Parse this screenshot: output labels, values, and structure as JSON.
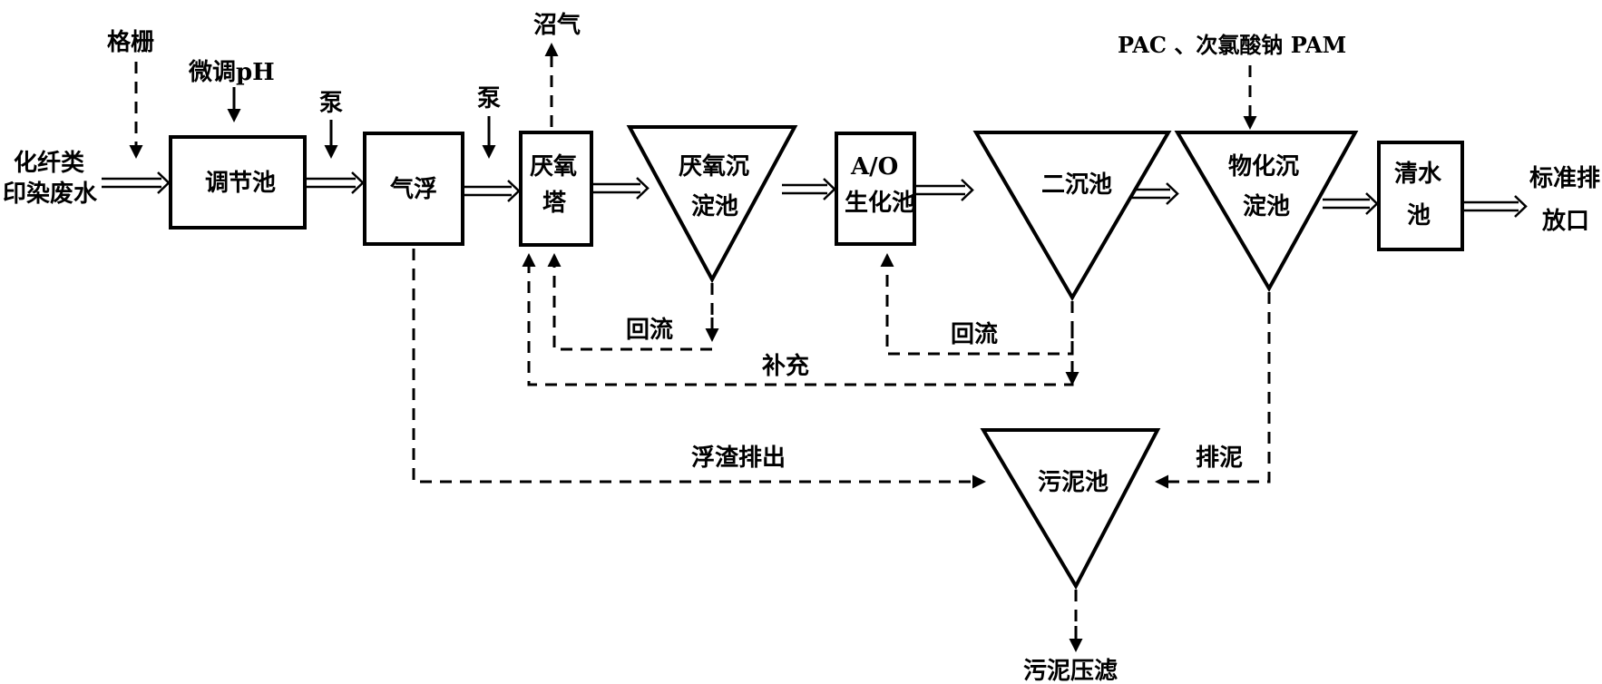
{
  "diagram": {
    "input_line1": "化纤类",
    "input_line2": "印染废水",
    "output_line1": "标准排",
    "output_line2": "放口",
    "grid_label": "格栅",
    "ph_label": "微调pH",
    "pump1_label": "泵",
    "pump2_label": "泵",
    "biogas_label": "沼气",
    "chem_label": "PAC 、次氯酸钠 PAM",
    "units": {
      "regulating_tank": "调节池",
      "air_flotation": "气浮",
      "anaerobic_tower_line1": "厌氧",
      "anaerobic_tower_line2": "塔",
      "anaerobic_settling_line1": "厌氧沉",
      "anaerobic_settling_line2": "淀池",
      "ao_line1": "A/O",
      "ao_line2": "生化池",
      "secondary_settling": "二沉池",
      "physchem_line1": "物化沉",
      "physchem_line2": "淀池",
      "clear_water_line1": "清水",
      "clear_water_line2": "池",
      "sludge_tank": "污泥池",
      "sludge_press": "污泥压滤"
    },
    "flows": {
      "reflux1": "回流",
      "reflux2": "回流",
      "supplement": "补充",
      "scum_discharge": "浮渣排出",
      "sludge_discharge": "排泥"
    }
  }
}
